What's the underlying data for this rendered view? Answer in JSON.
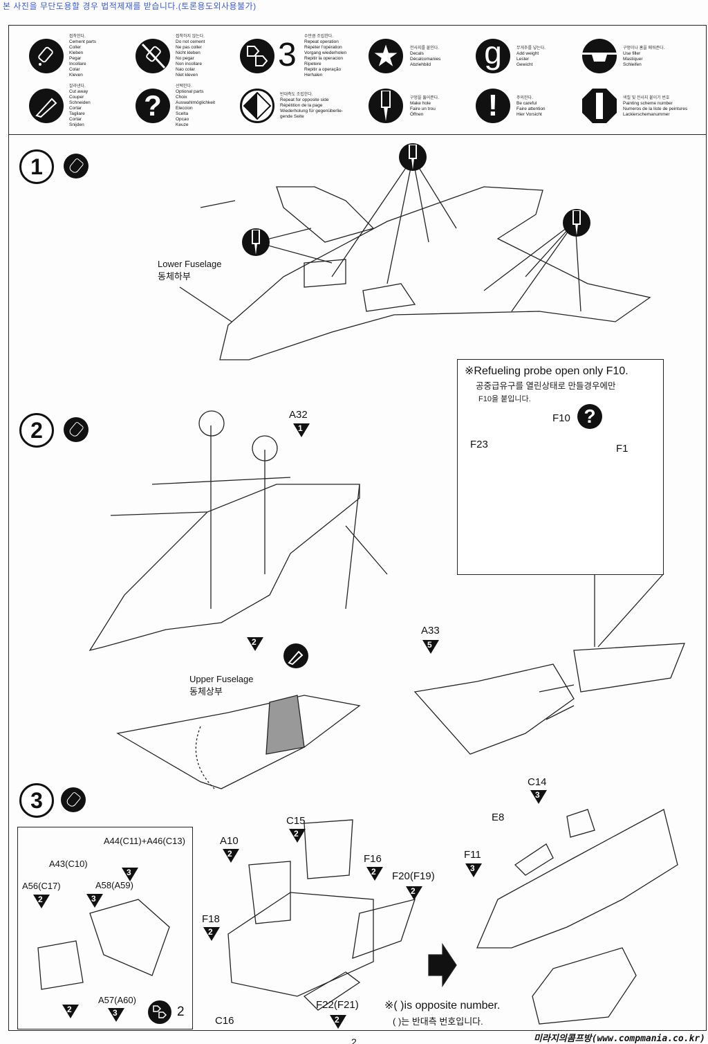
{
  "watermark_top": "본 사진을 무단도용할 경우 법적제재를 받습니다.(토론용도외사용불가)",
  "legend": [
    {
      "icon": "cement-icon",
      "ko": "접착한다.",
      "lines": "Cement parts\nColler\nKleben\nPegar\nIncollare\nColar\nKleven"
    },
    {
      "icon": "no-cement-icon",
      "ko": "접착하지 않는다.",
      "lines": "Do not cement\nNe pas coller\nNicht kleben\nNo pegar\nNon incollare\nNao colar\nNiet kleven"
    },
    {
      "icon": "repeat-operation-icon",
      "symbol": "3",
      "ko": "수만큼 조립한다.",
      "lines": "Repeat operation\nRépéter l'opération\nVorgang wiederholen\nRepitir la operacion\nRipetere\nRepitir a operação\nHerhalen"
    },
    {
      "icon": "decal-star-icon",
      "symbol": "★",
      "ko": "전사지를 붙인다.",
      "lines": "Decals\nDécalcomanies\nAbziehbild"
    },
    {
      "icon": "add-weight-icon",
      "symbol": "g",
      "ko": "무게추를 넣는다.",
      "lines": "Add weight\nLester\nGewicht"
    },
    {
      "icon": "filler-icon",
      "ko": "구멍이나 홈을 메워준다.",
      "lines": "Use filler\nMastiquer\nSchleifen"
    },
    {
      "icon": "cut-away-icon",
      "ko": "잘라낸다.",
      "lines": "Cut away\nCouper\nSchneiden\nCortar\nTagliare\nCortar\nSnijden"
    },
    {
      "icon": "optional-parts-icon",
      "symbol": "?",
      "ko": "선택한다.",
      "lines": "Optional parts\nChoix\nAuswahlmöglichkeit\nEleccion\nScelta\nOpcao\nKeuze"
    },
    {
      "icon": "opposite-side-icon",
      "ko": "반대측도 조립한다.",
      "lines": "Repeat for opposite side\nRépétition de la page\nWiederholung für gegenüberlie-\ngende Seite"
    },
    {
      "icon": "make-hole-icon",
      "ko": "구멍을 뚫어준다.",
      "lines": "Make hole\nFaire un trou\nÖffnen"
    },
    {
      "icon": "be-careful-icon",
      "symbol": "!",
      "ko": "주의한다.",
      "lines": "Be careful\nFaire attention\nHier Vorsicht"
    },
    {
      "icon": "painting-scheme-icon",
      "ko": "색칠 및 전사지 붙이기 번호",
      "lines": "Painting scheme number\nNumeros de la liste de peintures\nLackierschemanummer"
    }
  ],
  "steps": {
    "step1": {
      "number": "1",
      "labels": {
        "lower_fuselage_en": "Lower Fuselage",
        "lower_fuselage_ko": "동체하부"
      }
    },
    "step2": {
      "number": "2",
      "labels": {
        "a32": "A32",
        "a32_qty": "1",
        "upper_fuselage_en": "Upper Fuselage",
        "upper_fuselage_ko": "동체상부",
        "uf_qty": "2",
        "a33": "A33",
        "a33_qty": "5"
      },
      "probe_note": {
        "en": "※Refueling probe open only F10.",
        "ko1": "공중급유구를 열린상태로 만들경우에만",
        "ko2": "F10을 붙입니다.",
        "f10": "F10",
        "f23": "F23",
        "f1": "F1",
        "optional_symbol": "?"
      }
    },
    "step3": {
      "number": "3",
      "sub_labels": [
        {
          "text": "A44(C11)+A46(C13)",
          "qty": "3"
        },
        {
          "text": "A43(C10)"
        },
        {
          "text": "A56(C17)",
          "qty": "2"
        },
        {
          "text": "A58(A59)",
          "qty": "3"
        },
        {
          "text": "A57(A60)",
          "qty": "3"
        },
        {
          "qty": "2"
        },
        {
          "repeat": "2"
        }
      ],
      "labels": [
        {
          "text": "C15",
          "qty": "2"
        },
        {
          "text": "A10",
          "qty": "2"
        },
        {
          "text": "F16",
          "qty": "2"
        },
        {
          "text": "F20(F19)",
          "qty": "2"
        },
        {
          "text": "F18",
          "qty": "2"
        },
        {
          "text": "C16"
        },
        {
          "text": "F22(F21)",
          "qty": "2"
        },
        {
          "text": "C14",
          "qty": "3"
        },
        {
          "text": "E8"
        },
        {
          "text": "F11",
          "qty": "3"
        }
      ],
      "note_en": "※( )is opposite number.",
      "note_ko": "( )는 반대측 번호입니다."
    }
  },
  "page_number": "2",
  "watermark_bottom": "미라지의콤프방(www.compmania.co.kr)"
}
